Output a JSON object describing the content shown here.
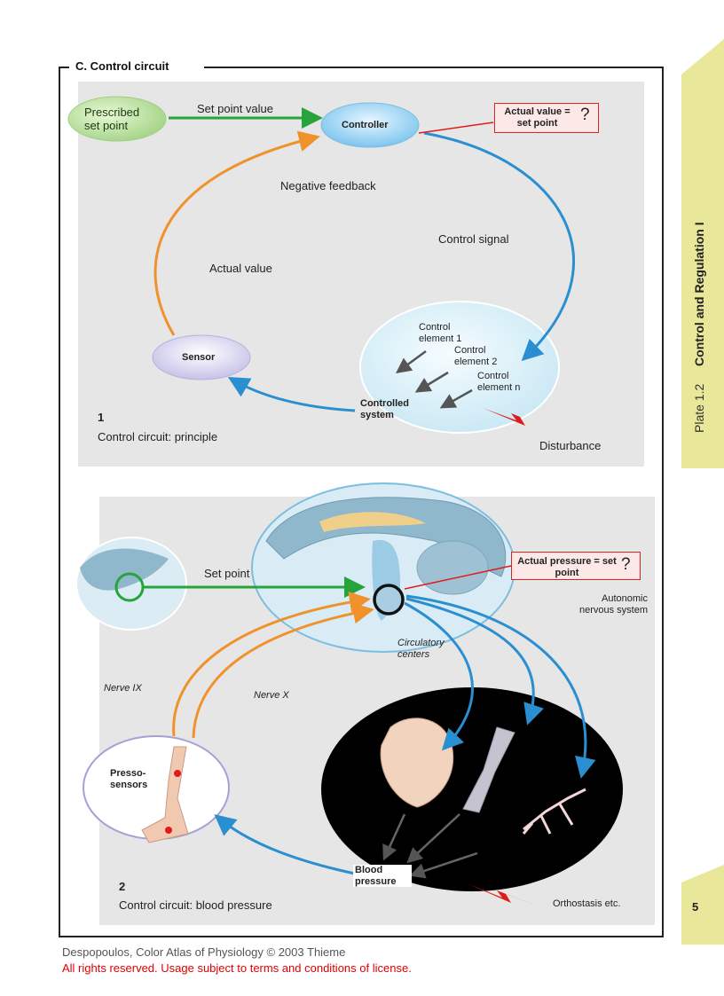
{
  "section": {
    "title": "C. Control circuit"
  },
  "diagram1": {
    "prescribed": "Prescribed set point",
    "set_point_value": "Set point value",
    "controller": "Controller",
    "actual_value_box": "Actual value = set point",
    "question_mark": "?",
    "negative_feedback": "Negative feedback",
    "control_signal": "Control signal",
    "actual_value": "Actual value",
    "sensor": "Sensor",
    "control_element_1": "Control element 1",
    "control_element_2": "Control element 2",
    "control_element_n": "Control element n",
    "controlled_system": "Controlled system",
    "disturbance": "Disturbance",
    "number": "1",
    "caption": "Control circuit: principle"
  },
  "diagram2": {
    "set_point": "Set point",
    "actual_pressure_box": "Actual pressure = set point",
    "question_mark": "?",
    "autonomic": "Autonomic nervous system",
    "circulatory_centers": "Circulatory centers",
    "nerve_ix": "Nerve IX",
    "nerve_x": "Nerve X",
    "pressosensors": "Presso- sensors",
    "blood_pressure": "Blood pressure",
    "orthostasis": "Orthostasis etc.",
    "number": "2",
    "caption": "Control circuit: blood pressure"
  },
  "sidebar": {
    "plate": "Plate 1.2",
    "title": "Control and Regulation I",
    "page_number": "5"
  },
  "footer": {
    "copyright": "Despopoulos, Color Atlas of Physiology © 2003 Thieme",
    "license": "All rights reserved. Usage subject to terms and conditions of license."
  },
  "colors": {
    "feedback_orange": "#f0922b",
    "signal_blue": "#2a8fd0",
    "setpoint_green": "#27a33b",
    "disturbance_red": "#e01b1b",
    "tab_yellow": "#e9e79a"
  }
}
